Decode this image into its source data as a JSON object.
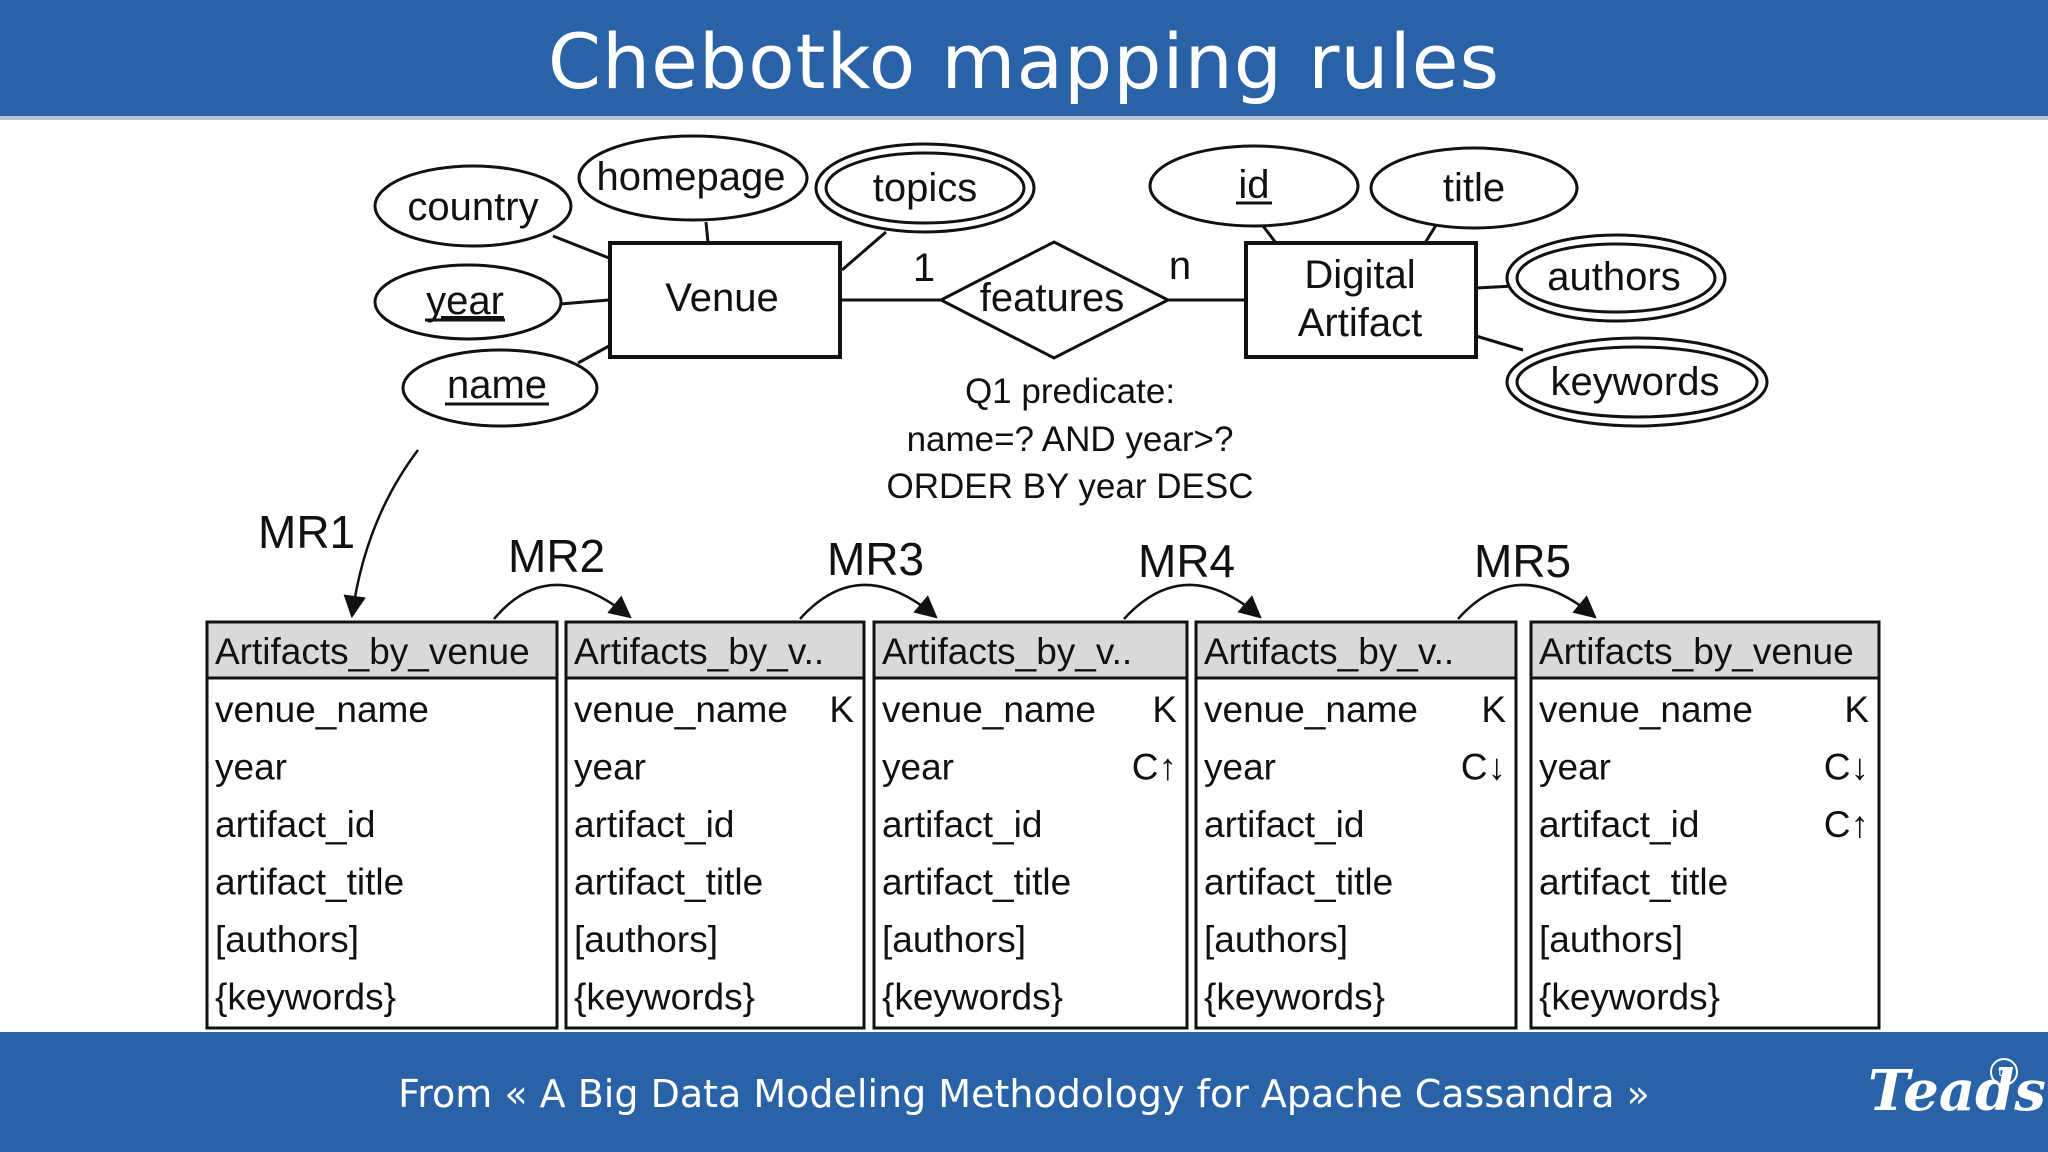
{
  "slide": {
    "title": "Chebotko mapping rules",
    "footer": "From « A Big Data Modeling Methodology for Apache Cassandra »",
    "brand": "Teads",
    "brand_badge": "tv"
  },
  "er": {
    "entities": [
      "Venue",
      "Digital Artifact"
    ],
    "entity_lines": {
      "digital_artifact": [
        "Digital",
        "Artifact"
      ]
    },
    "relationship": "features",
    "cardinality_venue": "1",
    "cardinality_artifact": "n",
    "attributes": {
      "country": "country",
      "homepage": "homepage",
      "topics": "topics",
      "year": "year",
      "name": "name",
      "id": "id",
      "title": "title",
      "authors": "authors",
      "keywords": "keywords"
    },
    "predicate": [
      "Q1 predicate:",
      "name=? AND year>?",
      "ORDER BY year DESC"
    ]
  },
  "mapping_rules": [
    "MR1",
    "MR2",
    "MR3",
    "MR4",
    "MR5"
  ],
  "tables": [
    {
      "name": "Artifacts_by_venue",
      "columns": [
        "venue_name",
        "year",
        "artifact_id",
        "artifact_title",
        "[authors]",
        "{keywords}"
      ],
      "tags": [
        "",
        "",
        "",
        "",
        "",
        ""
      ]
    },
    {
      "name": "Artifacts_by_v..",
      "columns": [
        "venue_name",
        "year",
        "artifact_id",
        "artifact_title",
        "[authors]",
        "{keywords}"
      ],
      "tags": [
        "K",
        "",
        "",
        "",
        "",
        ""
      ]
    },
    {
      "name": "Artifacts_by_v..",
      "columns": [
        "venue_name",
        "year",
        "artifact_id",
        "artifact_title",
        "[authors]",
        "{keywords}"
      ],
      "tags": [
        "K",
        "C↑",
        "",
        "",
        "",
        ""
      ]
    },
    {
      "name": "Artifacts_by_v..",
      "columns": [
        "venue_name",
        "year",
        "artifact_id",
        "artifact_title",
        "[authors]",
        "{keywords}"
      ],
      "tags": [
        "K",
        "C↓",
        "",
        "",
        "",
        ""
      ]
    },
    {
      "name": "Artifacts_by_venue",
      "columns": [
        "venue_name",
        "year",
        "artifact_id",
        "artifact_title",
        "[authors]",
        "{keywords}"
      ],
      "tags": [
        "K",
        "C↓",
        "C↑",
        "",
        "",
        ""
      ]
    }
  ]
}
